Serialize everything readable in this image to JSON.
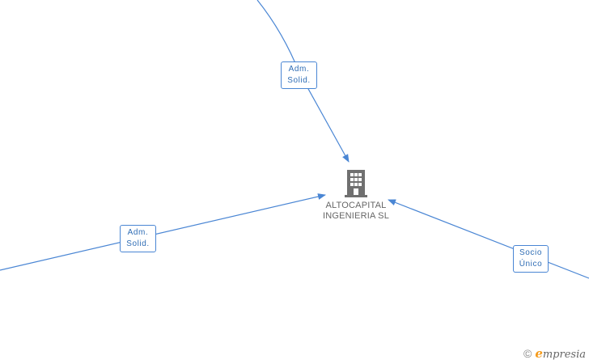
{
  "company": {
    "name_line1": "ALTOCAPITAL",
    "name_line2": "INGENIERIA  SL",
    "icon": "building-icon"
  },
  "relations": [
    {
      "id": "top",
      "line1": "Adm.",
      "line2": "Solid."
    },
    {
      "id": "left",
      "line1": "Adm.",
      "line2": "Solid."
    },
    {
      "id": "right",
      "line1": "Socio",
      "line2": "Único"
    }
  ],
  "brand": {
    "copyright": "©",
    "e": "e",
    "rest": "mpresia"
  },
  "colors": {
    "edge": "#4a86d4",
    "label_text": "#2f6db5",
    "icon": "#707070",
    "brand_accent": "#f59b1b"
  }
}
